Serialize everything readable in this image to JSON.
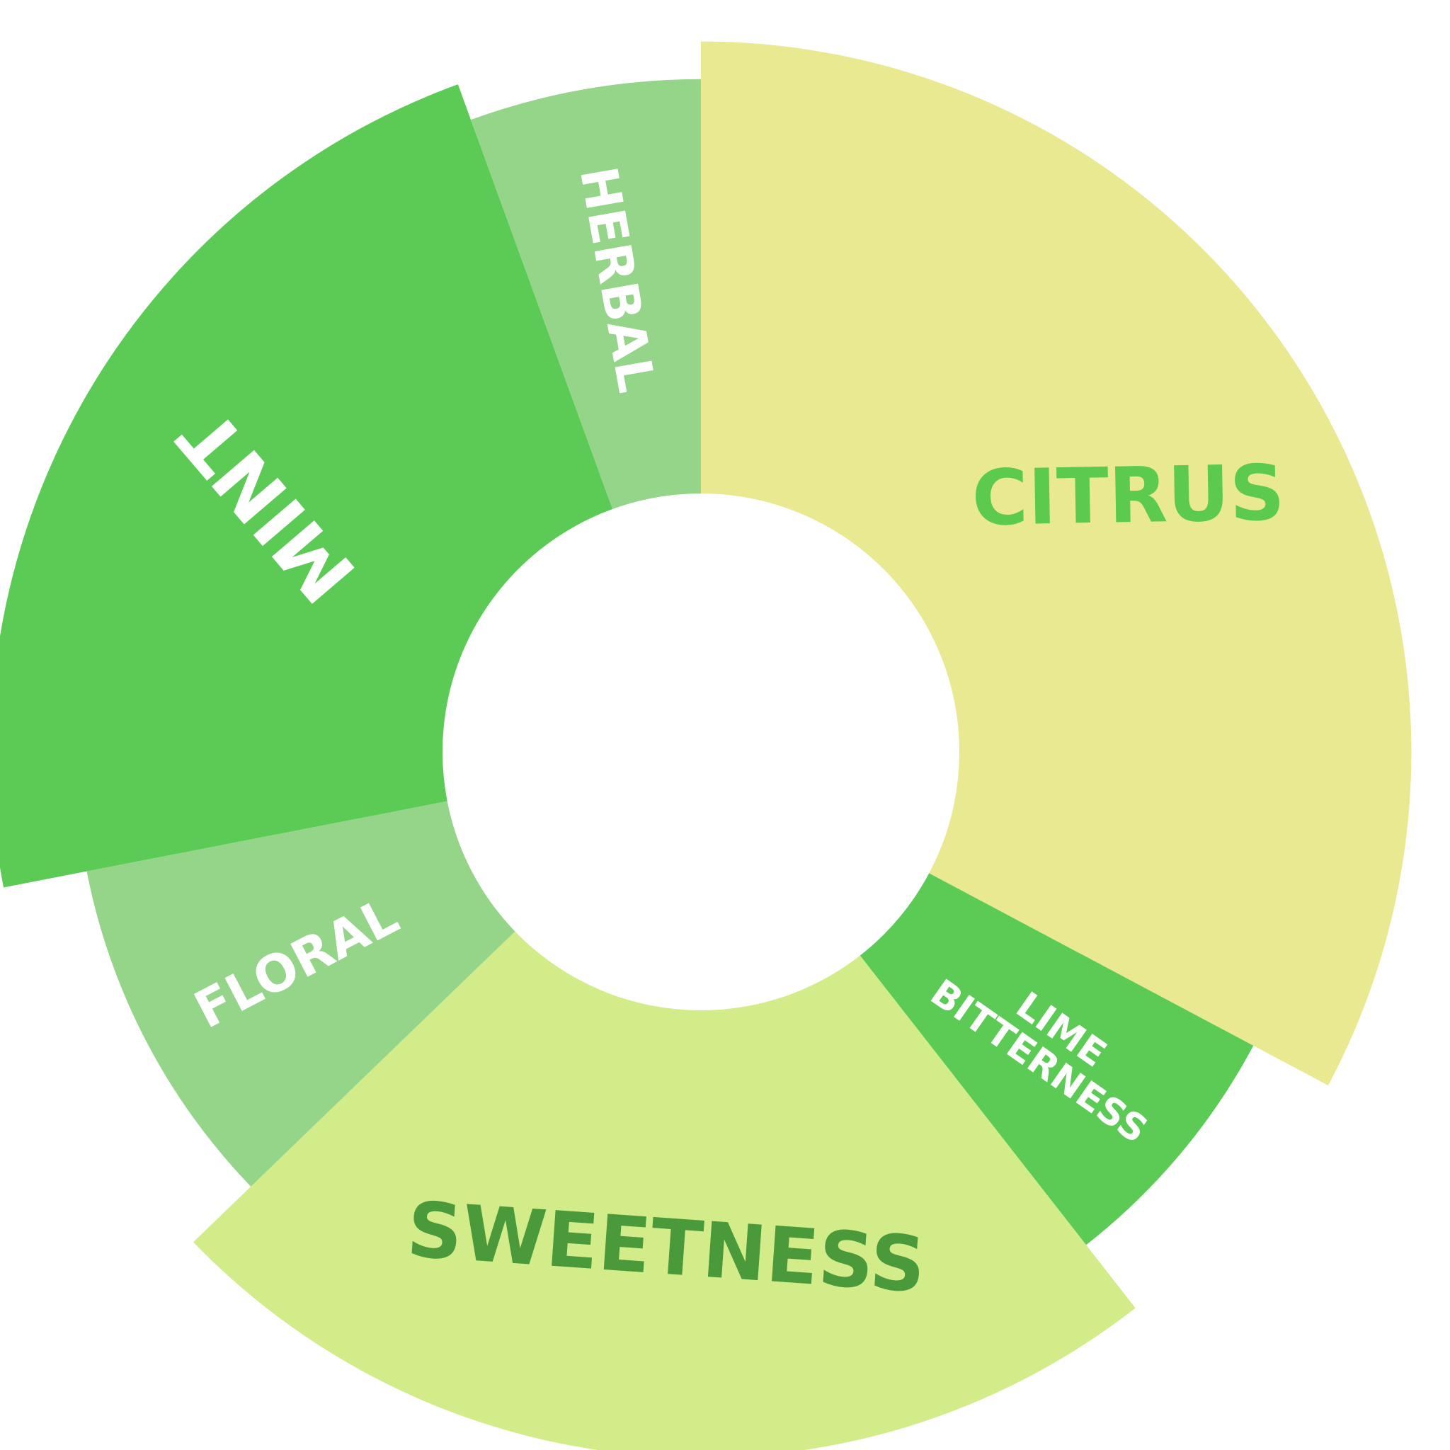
{
  "chart_data": {
    "type": "pie",
    "style": "radial-polar-area (donut)",
    "title": "",
    "segments": [
      {
        "label": "CITRUS",
        "start_angle": 0,
        "end_angle": 118,
        "value": 0.96,
        "color": "#E8E990",
        "text_color": "#5CC94F",
        "lines": [
          "CITRUS"
        ]
      },
      {
        "label": "LIME BITTERNESS",
        "start_angle": 118,
        "end_angle": 142,
        "value": 0.78,
        "color": "#5CCB55",
        "text_color": "#FFFFFF",
        "lines": [
          "LIME",
          "BITTERNESS"
        ]
      },
      {
        "label": "SWEETNESS",
        "start_angle": 142,
        "end_angle": 226,
        "value": 0.95,
        "color": "#D2EC8A",
        "text_color": "#4A9A3B",
        "lines": [
          "SWEETNESS"
        ]
      },
      {
        "label": "FLORAL",
        "start_angle": 226,
        "end_angle": 259,
        "value": 0.78,
        "color": "#95D58A",
        "text_color": "#FFFFFF",
        "lines": [
          "FLORAL"
        ]
      },
      {
        "label": "MINT",
        "start_angle": 259,
        "end_angle": 340,
        "value": 0.96,
        "color": "#5CCB55",
        "text_color": "#FFFFFF",
        "lines": [
          "MINT"
        ]
      },
      {
        "label": "HERBAL",
        "start_angle": 340,
        "end_angle": 360,
        "value": 0.88,
        "color": "#95D58A",
        "text_color": "#FFFFFF",
        "lines": [
          "HERBAL"
        ]
      }
    ]
  }
}
